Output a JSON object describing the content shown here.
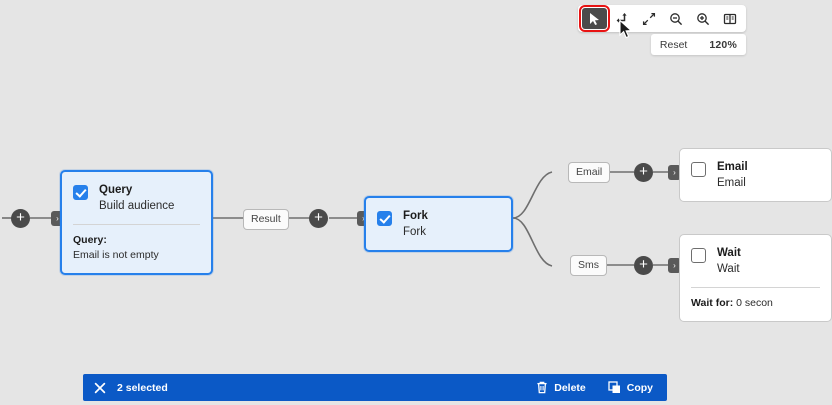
{
  "toolbar": {
    "buttons": [
      {
        "name": "select-tool",
        "icon": "cursor-arrow-icon",
        "active": true,
        "highlighted": true
      },
      {
        "name": "move-tool",
        "icon": "move-arrow-icon",
        "active": false,
        "highlighted": false
      },
      {
        "name": "fit-to-screen-tool",
        "icon": "fit-screen-icon",
        "active": false,
        "highlighted": false
      },
      {
        "name": "zoom-out-tool",
        "icon": "zoom-out-icon",
        "active": false,
        "highlighted": false
      },
      {
        "name": "zoom-in-tool",
        "icon": "zoom-in-icon",
        "active": false,
        "highlighted": false
      },
      {
        "name": "map-overview-tool",
        "icon": "map-icon",
        "active": false,
        "highlighted": false
      }
    ]
  },
  "zoom_bar": {
    "reset_label": "Reset",
    "zoom_level": "120%"
  },
  "canvas": {
    "background_color": "#e5e5e5",
    "edge_color": "#6e6e6e",
    "accent_color": "#2680eb",
    "nodes": [
      {
        "id": "query",
        "title": "Query",
        "subtitle": "Build audience",
        "checked": true,
        "selected": true,
        "detail_label": "Query:",
        "detail_value": "Email is not empty"
      },
      {
        "id": "fork",
        "title": "Fork",
        "subtitle": "Fork",
        "checked": true,
        "selected": true
      },
      {
        "id": "email",
        "title": "Email",
        "subtitle": "Email",
        "checked": false,
        "selected": false
      },
      {
        "id": "wait",
        "title": "Wait",
        "subtitle": "Wait",
        "checked": false,
        "selected": false,
        "detail_label": "Wait for:",
        "detail_value": "0 secon"
      }
    ],
    "edge_labels": [
      {
        "id": "result",
        "label": "Result"
      },
      {
        "id": "email-branch",
        "label": "Email"
      },
      {
        "id": "sms-branch",
        "label": "Sms"
      }
    ],
    "add_buttons": [
      {
        "id": "add-start",
        "label": "+"
      },
      {
        "id": "add-after-result",
        "label": "+"
      },
      {
        "id": "add-email-branch",
        "label": "+"
      },
      {
        "id": "add-sms-branch",
        "label": "+"
      }
    ],
    "ports": [
      {
        "id": "query-input-port",
        "glyph": "›"
      },
      {
        "id": "fork-input-port",
        "glyph": "›"
      },
      {
        "id": "email-input-port",
        "glyph": "›"
      },
      {
        "id": "wait-input-port",
        "glyph": "›"
      }
    ]
  },
  "action_bar": {
    "close_icon": "close-icon",
    "selection_text": "2 selected",
    "actions": [
      {
        "id": "delete",
        "label": "Delete",
        "icon": "trash-icon"
      },
      {
        "id": "copy",
        "label": "Copy",
        "icon": "copy-icon"
      }
    ],
    "background_color": "#0b59c6"
  }
}
